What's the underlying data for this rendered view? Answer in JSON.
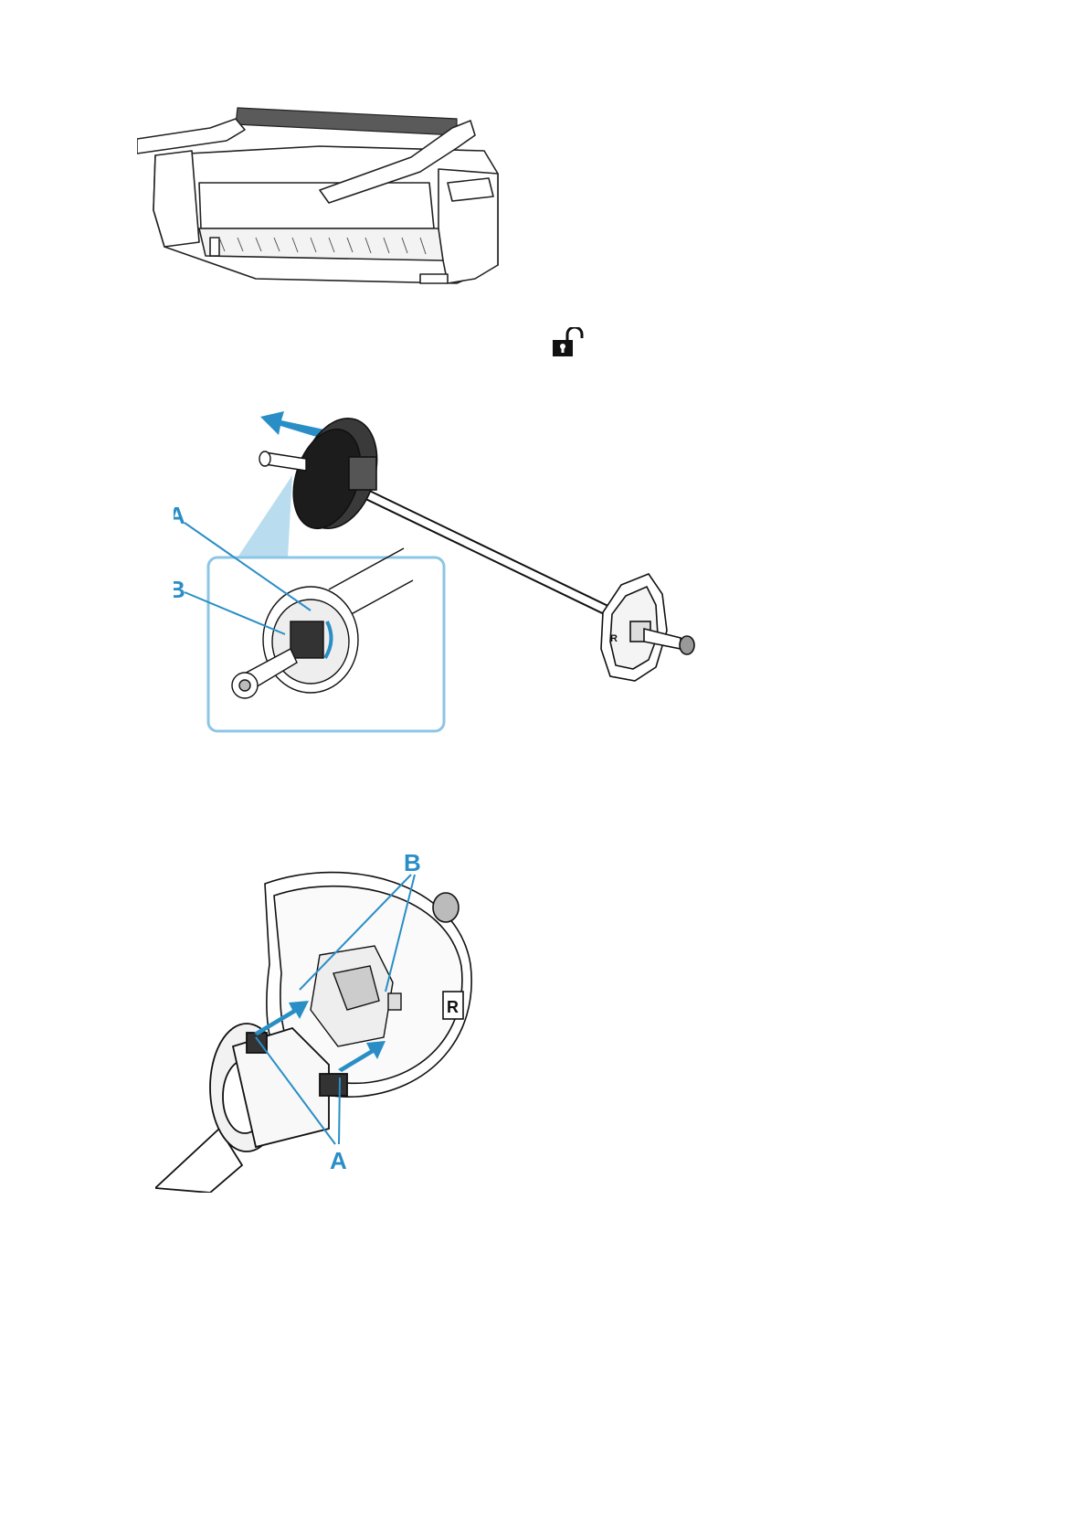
{
  "figure1": {
    "alt": "printer"
  },
  "lock_icon": {
    "icon": "unlock-icon"
  },
  "figure2": {
    "callouts": {
      "a": "A",
      "b": "B"
    },
    "holder_marking": "R"
  },
  "figure3": {
    "callouts": {
      "a": "A",
      "b": "B"
    },
    "holder_marking": "R"
  },
  "colors": {
    "accent": "#2a8ec6",
    "inset_border": "#8cc6e6",
    "inset_wedge": "#b9dcef",
    "ink": "#1a1a1a",
    "paper_gray": "#5a5a5a"
  }
}
